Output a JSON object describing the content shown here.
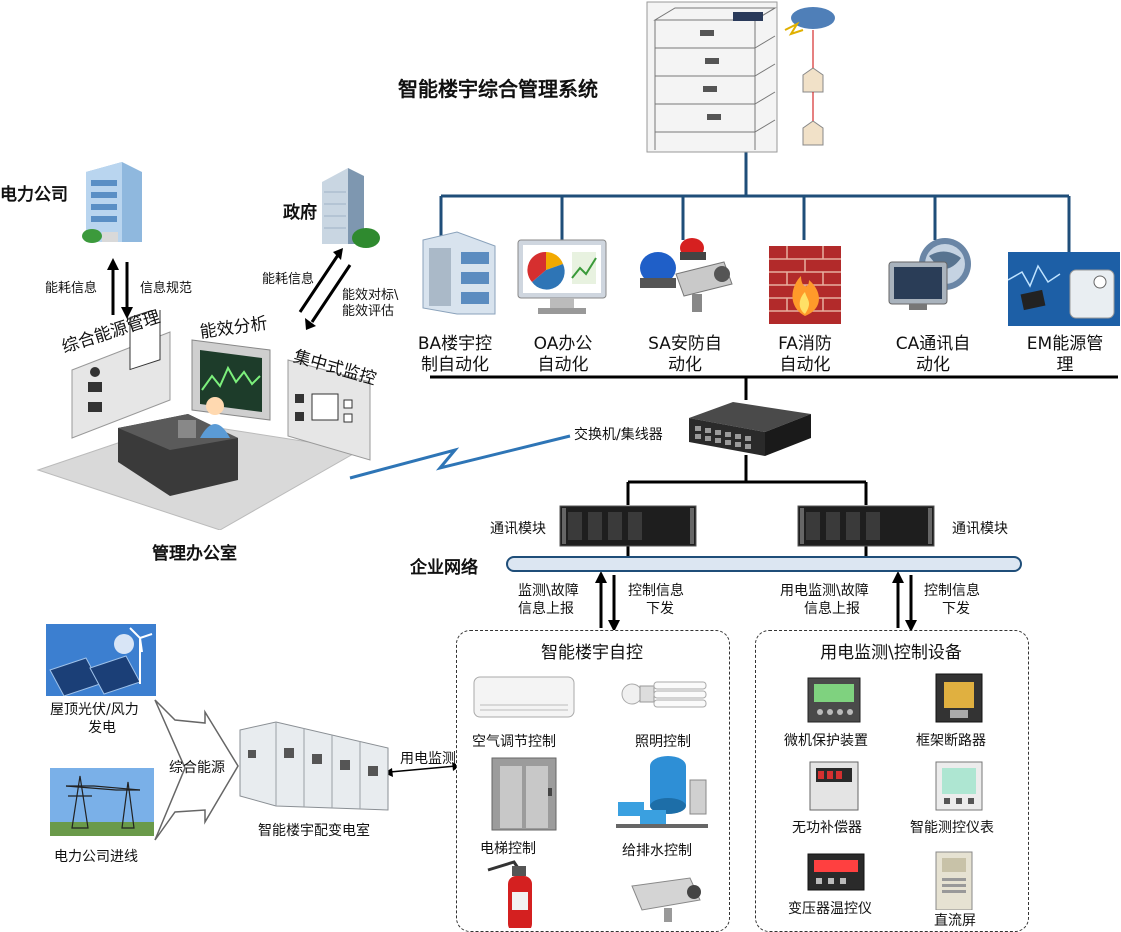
{
  "title": "智能楼宇综合管理系统",
  "power_company": {
    "label": "电力公司",
    "up_label": "能耗信息",
    "down_label": "信息规范"
  },
  "government": {
    "label": "政府",
    "up_label": "能耗信息",
    "down_label_1": "能效对标\\",
    "down_label_2": "能效评估"
  },
  "management_room": {
    "label": "管理办公室",
    "panel_energy": "综合能源管理",
    "panel_efficiency": "能效分析",
    "panel_monitor": "集中式监控"
  },
  "subsystems": [
    {
      "line1": "BA楼宇控",
      "line2": "制自动化"
    },
    {
      "line1": "OA办公",
      "line2": "自动化"
    },
    {
      "line1": "SA安防自",
      "line2": "动化"
    },
    {
      "line1": "FA消防",
      "line2": "自动化"
    },
    {
      "line1": "CA通讯自",
      "line2": "动化"
    },
    {
      "line1": "EM能源管",
      "line2": "理"
    }
  ],
  "switch_label": "交换机/集线器",
  "comm_module_left": "通讯模块",
  "comm_module_right": "通讯模块",
  "enterprise_network": "企业网络",
  "left_updown": {
    "up_1": "监测\\故障",
    "up_2": "信息上报",
    "down_1": "控制信息",
    "down_2": "下发"
  },
  "right_updown": {
    "up_1": "用电监测\\故障",
    "up_2": "信息上报",
    "down_1": "控制信息",
    "down_2": "下发"
  },
  "building_auto": {
    "title": "智能楼宇自控",
    "items": [
      "空气调节控制",
      "照明控制",
      "电梯控制",
      "给排水控制"
    ]
  },
  "power_monitor": {
    "title": "用电监测\\控制设备",
    "items": [
      "微机保护装置",
      "框架断路器",
      "无功补偿器",
      "智能测控仪表",
      "变压器温控仪",
      "直流屏"
    ]
  },
  "energy_sources": {
    "solar_1": "屋顶光伏/风力",
    "solar_2": "发电",
    "grid": "电力公司进线",
    "combined": "综合能源"
  },
  "substation": "智能楼宇配变电室",
  "power_monitor_link": "用电监测",
  "colors": {
    "bus": "#1f4e79",
    "blue_line": "#2e75b6",
    "network_pipe": "#dce6f2",
    "lightning": "#2e75b6"
  }
}
